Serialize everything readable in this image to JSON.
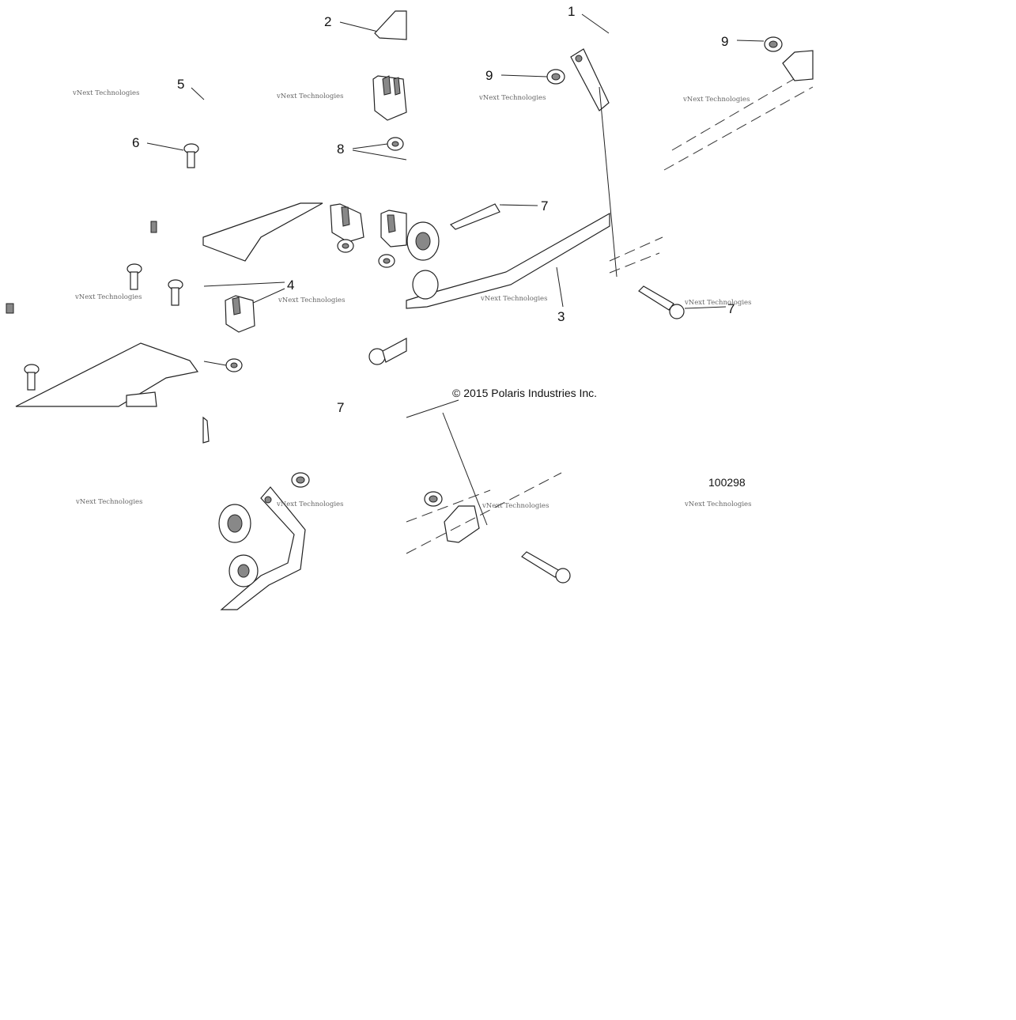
{
  "diagram": {
    "callouts": {
      "c1": "1",
      "c2": "2",
      "c3": "3",
      "c4": "4",
      "c5": "5",
      "c6": "6",
      "c7a": "7",
      "c7b": "7",
      "c7c": "7",
      "c8": "8",
      "c9a": "9",
      "c9b": "9"
    },
    "watermark": "vNext Technologies",
    "copyright": "© 2015 Polaris Industries Inc.",
    "part_number": "100298"
  }
}
